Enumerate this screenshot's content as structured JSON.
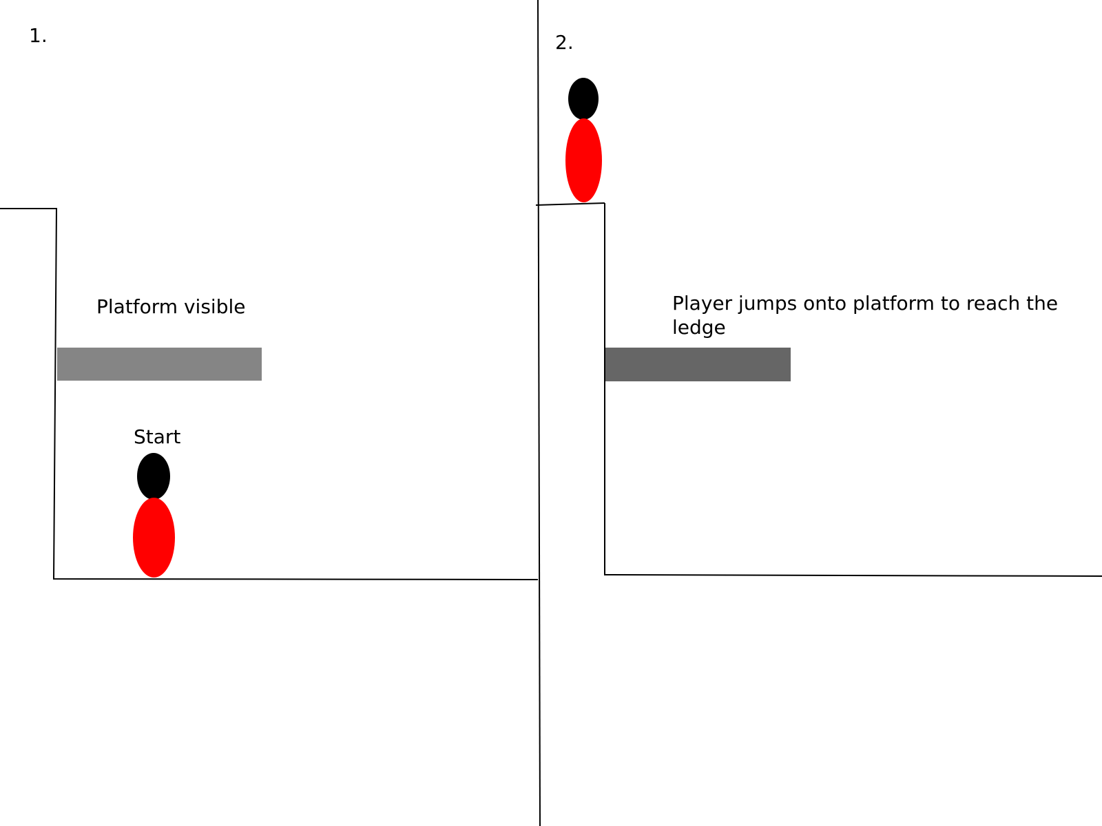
{
  "panel_1": {
    "number": "1.",
    "platform_caption": "Platform visible",
    "start_label": "Start"
  },
  "panel_2": {
    "number": "2.",
    "caption": "Player jumps onto platform to reach the ledge"
  },
  "colors": {
    "line": "#000000",
    "player_head": "#000000",
    "player_body": "#ff0000",
    "platform_panel_1": "#858585",
    "platform_panel_2": "#666666"
  }
}
